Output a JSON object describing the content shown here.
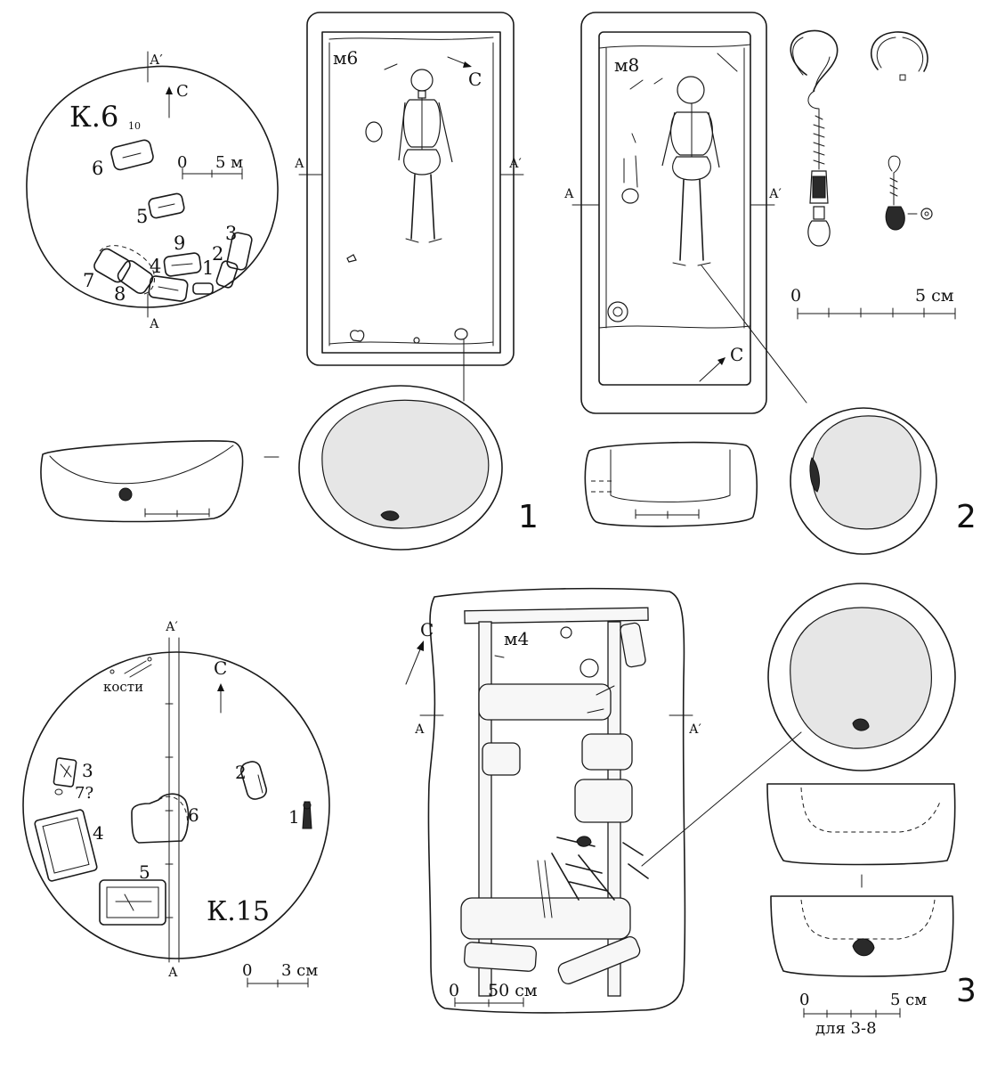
{
  "mound6": {
    "title": "К.6",
    "north": "С",
    "section_a": "А",
    "section_a2": "А′",
    "scale": {
      "zero": "0",
      "label": "5 м"
    },
    "tomb_ids": {
      "t1": "1",
      "t2": "2",
      "t3": "3",
      "t4": "4",
      "t5": "5",
      "t6": "6",
      "t7": "7",
      "t8": "8",
      "t9": "9",
      "t10": "10"
    }
  },
  "grave6": {
    "label": "м6",
    "north": "С",
    "section_a": "А",
    "section_a2": "А′"
  },
  "grave8": {
    "label": "м8",
    "north": "С",
    "section_a": "А",
    "section_a2": "А′"
  },
  "jewelry_scale": {
    "zero": "0",
    "label": "5 см"
  },
  "fig_numbers": {
    "one": "1",
    "two": "2",
    "three": "3"
  },
  "mound15": {
    "title": "К.15",
    "north": "С",
    "section_a": "А",
    "section_a2": "А′",
    "bones": "кости",
    "scale": {
      "zero": "0",
      "label": "3 см"
    },
    "tomb_ids": {
      "t1": "1",
      "t2": "2",
      "t3": "3",
      "t4": "4",
      "t5": "5",
      "t6": "6",
      "t7": "7?"
    }
  },
  "grave4": {
    "label": "м4",
    "north": "С",
    "section_a": "А",
    "section_a2": "А′",
    "scale": {
      "zero": "0",
      "label": "50 см"
    }
  },
  "vessel_scale": {
    "zero": "0",
    "label": "5 см",
    "note": "для 3-8"
  }
}
